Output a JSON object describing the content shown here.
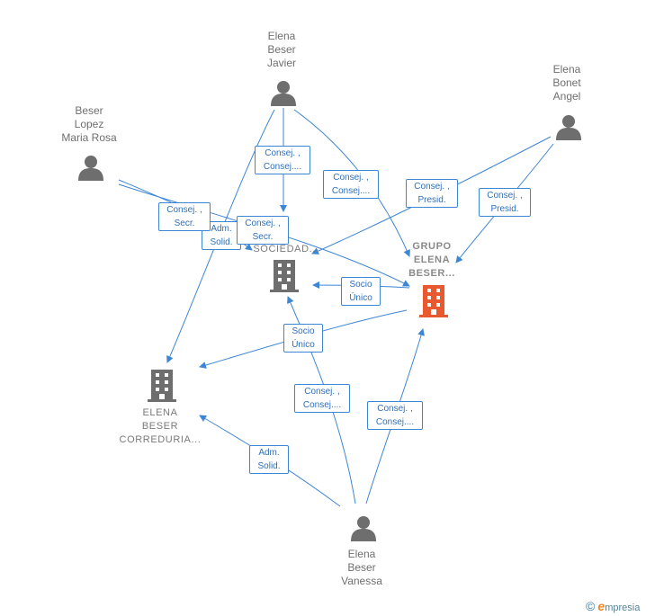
{
  "nodes": {
    "javier": "Elena\nBeser\nJavier",
    "bonet": "Elena\nBonet\nAngel",
    "maria_rosa": "Beser\nLopez\nMaria Rosa",
    "vanessa": "Elena\nBeser\nVanessa",
    "grupo": "GRUPO\nELENA\nBESER...",
    "correduria": "ELENA\nBESER\nCORREDURIA...",
    "sociedad": "A\nR\nSOCIEDAD..."
  },
  "edges": {
    "javier_sociedad": "Consej. ,\nConsej....",
    "javier_grupo": "Consej. ,\nConsej....",
    "bonet_sociedad": "Consej. ,\nPresid.",
    "bonet_grupo": "Consej. ,\nPresid.",
    "maria_secr1": "Consej. ,\nSecr.",
    "maria_adm": "Adm.\nSolid.",
    "maria_secr2": "Consej. ,\nSecr.",
    "grupo_sociedad": "Socio\nÚnico",
    "grupo_correduria": "Socio\nÚnico",
    "vanessa_sociedad": "Consej. ,\nConsej....",
    "vanessa_grupo": "Consej. ,\nConsej....",
    "vanessa_correduria": "Adm.\nSolid."
  },
  "footer": {
    "copyright_symbol": "©",
    "brand_initial": "e",
    "brand_rest": "mpresia"
  },
  "colors": {
    "edge": "#3d86d6",
    "person_icon": "#6e6e6e",
    "company_icon": "#6e6e6e",
    "main_company_icon": "#e8592f"
  }
}
